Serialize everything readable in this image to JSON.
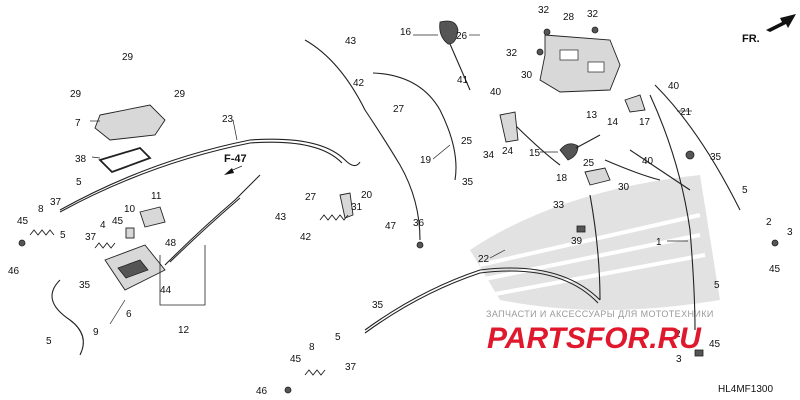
{
  "diagram_code": "HL4MF1300",
  "direction_label": "FR.",
  "reference_label": "F-47",
  "watermark": {
    "subtitle": "ЗАПЧАСТИ И АКСЕССУАРЫ ДЛЯ МОТОТЕХНИКИ",
    "brand": "PARTSFOR.RU"
  },
  "callouts": {
    "c1": "1",
    "c2a": "2",
    "c2b": "2",
    "c3a": "3",
    "c3b": "3",
    "c4": "4",
    "c5a": "5",
    "c5b": "5",
    "c5c": "5",
    "c5d": "5",
    "c5e": "5",
    "c5f": "5",
    "c6": "6",
    "c7": "7",
    "c8a": "8",
    "c8b": "8",
    "c9": "9",
    "c10": "10",
    "c11": "11",
    "c12": "12",
    "c13": "13",
    "c14": "14",
    "c15": "15",
    "c16": "16",
    "c17": "17",
    "c18": "18",
    "c19": "19",
    "c20": "20",
    "c21": "21",
    "c22": "22",
    "c23": "23",
    "c24": "24",
    "c25a": "25",
    "c25b": "25",
    "c26": "26",
    "c27a": "27",
    "c27b": "27",
    "c28": "28",
    "c29a": "29",
    "c29b": "29",
    "c29c": "29",
    "c30a": "30",
    "c30b": "30",
    "c31": "31",
    "c32a": "32",
    "c32b": "32",
    "c32c": "32",
    "c33": "33",
    "c34": "34",
    "c35a": "35",
    "c35b": "35",
    "c35c": "35",
    "c35d": "35",
    "c36": "36",
    "c37a": "37",
    "c37b": "37",
    "c37c": "37",
    "c38": "38",
    "c39": "39",
    "c40a": "40",
    "c40b": "40",
    "c40c": "40",
    "c41": "41",
    "c42a": "42",
    "c42b": "42",
    "c43a": "43",
    "c43b": "43",
    "c44": "44",
    "c45a": "45",
    "c45b": "45",
    "c45c": "45",
    "c45d": "45",
    "c45e": "45",
    "c46a": "46",
    "c46b": "46",
    "c47": "47",
    "c48": "48"
  },
  "colors": {
    "watermark_red": "#e0182d",
    "watermark_gray": "#9a9a9a",
    "line": "#222222"
  }
}
